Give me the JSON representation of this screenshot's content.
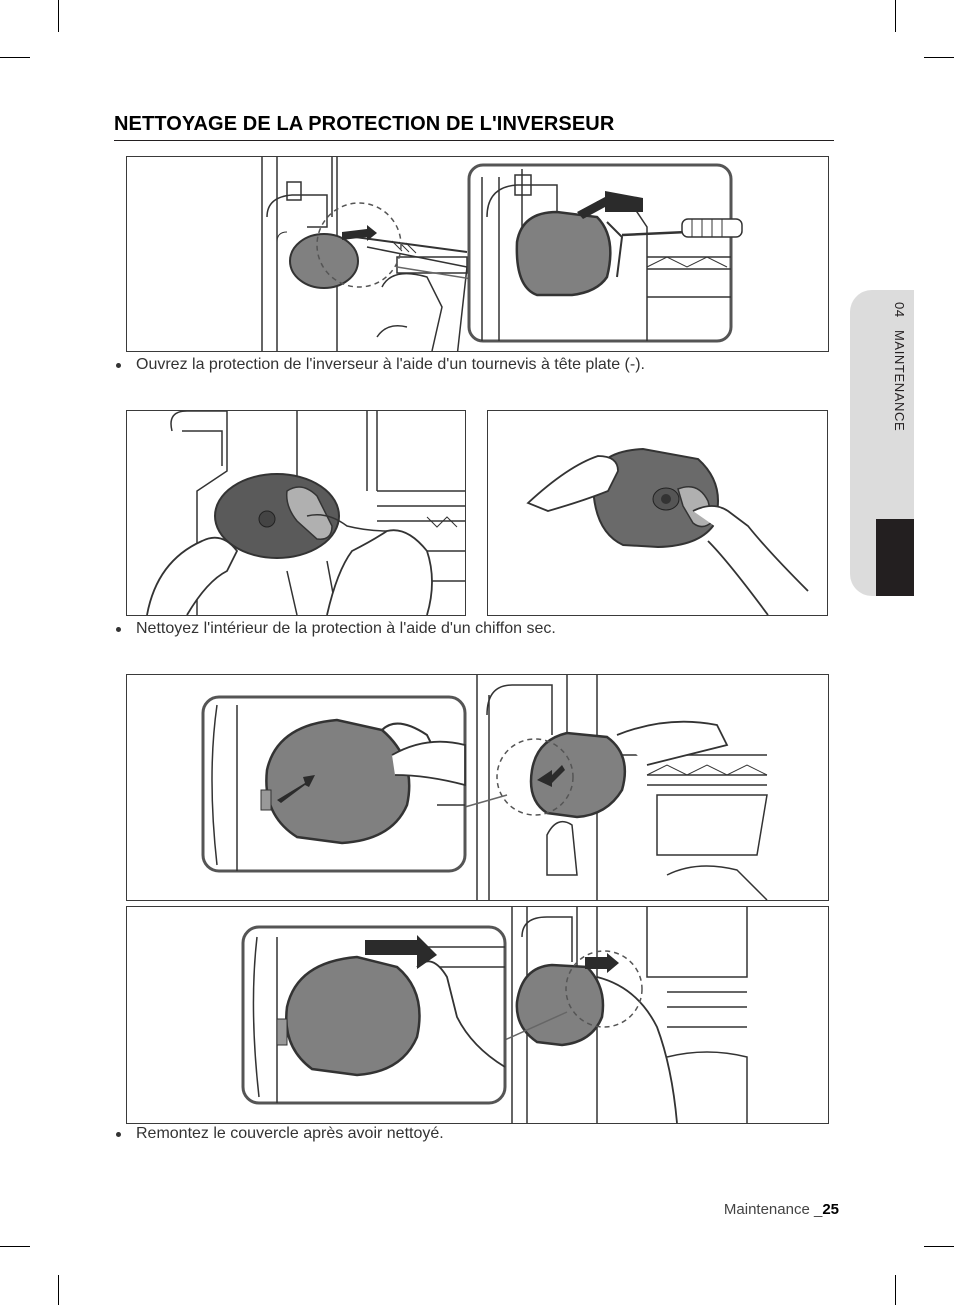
{
  "page": {
    "title": "NETTOYAGE DE LA PROTECTION DE L'INVERSEUR",
    "steps": [
      "Ouvrez la protection de l'inverseur à l'aide d'un tournevis à tête plate (-).",
      "Nettoyez l'intérieur de la protection à l'aide d'un chiffon sec.",
      "Remontez le couvercle après avoir nettoyé."
    ],
    "side_tab": {
      "number": "04",
      "section": "MAINTENANCE"
    },
    "footer": {
      "label": "Maintenance _",
      "page_number": "25"
    }
  },
  "colors": {
    "cover_fill": "#808080",
    "line": "#333333",
    "arrow": "#2b2b2b",
    "side_tab": "#dcdcdc",
    "side_tab_dark": "#231f20"
  }
}
